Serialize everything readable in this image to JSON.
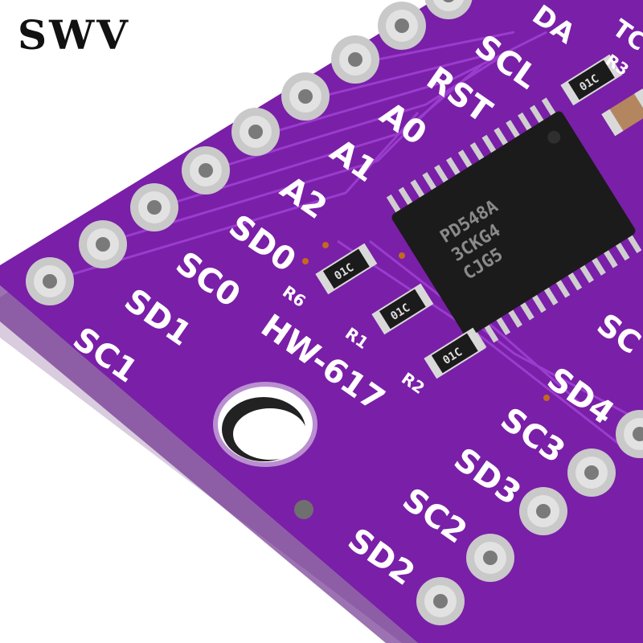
{
  "brand": {
    "watermark": "SWV"
  },
  "board": {
    "model": "HW-617",
    "pins_left": [
      "SC1",
      "SD1",
      "SC0",
      "SD0",
      "A2",
      "A1",
      "A0",
      "RST",
      "SCL"
    ],
    "pins_right": [
      "SD2",
      "SC2",
      "SD3",
      "SC3",
      "SD4"
    ],
    "partial_labels": [
      "DA",
      "TC",
      "R3",
      "SC"
    ],
    "resistor_labels": [
      "R6",
      "R1",
      "R2"
    ],
    "resistor_marking": "01C",
    "chip_marking": [
      "PD548A",
      "3CKG4",
      "CJG5"
    ]
  },
  "colors": {
    "pcb": "#7a1fa8",
    "pcb_dark": "#5a1480",
    "trace": "#9a3ccd",
    "pad": "#c9c9c9",
    "chip": "#1b1b1b"
  }
}
